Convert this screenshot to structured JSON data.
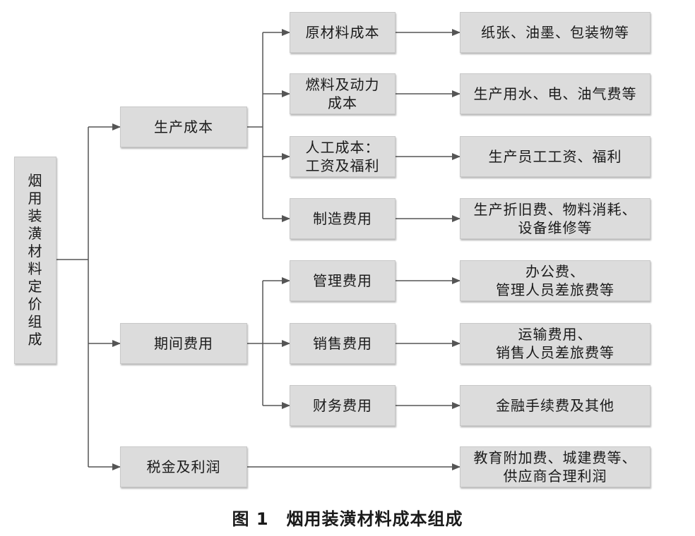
{
  "root": "烟用装潢材料定价组成",
  "categories": [
    {
      "label": "生产成本",
      "items": [
        {
          "label": "原材料成本",
          "detail": "纸张、油墨、包装物等"
        },
        {
          "label": "燃料及动力\n成本",
          "detail": "生产用水、电、油气费等"
        },
        {
          "label": "人工成本：\n工资及福利",
          "detail": "生产员工工资、福利"
        },
        {
          "label": "制造费用",
          "detail": "生产折旧费、物料消耗、\n设备维修等"
        }
      ]
    },
    {
      "label": "期间费用",
      "items": [
        {
          "label": "管理费用",
          "detail": "办公费、\n管理人员差旅费等"
        },
        {
          "label": "销售费用",
          "detail": "运输费用、\n销售人员差旅费等"
        },
        {
          "label": "财务费用",
          "detail": "金融手续费及其他"
        }
      ]
    },
    {
      "label": "税金及利润",
      "detail": "教育附加费、城建费等、\n供应商合理利润"
    }
  ],
  "caption": "图 1　烟用装潢材料成本组成",
  "colors": {
    "box_fill": "#dcdcdc",
    "line": "#555555"
  }
}
